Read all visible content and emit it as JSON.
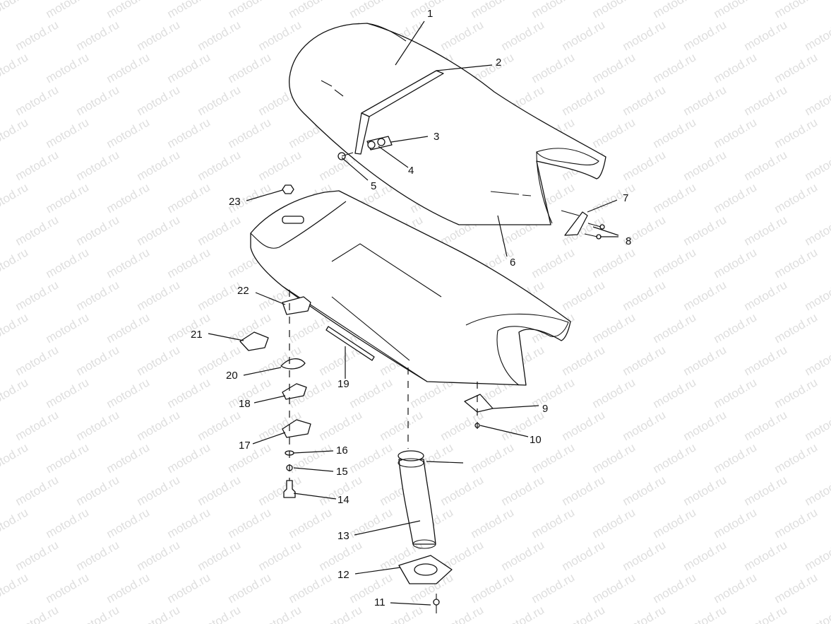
{
  "watermark": "motod.ru",
  "callouts": [
    {
      "id": "1",
      "label": "1"
    },
    {
      "id": "2",
      "label": "2"
    },
    {
      "id": "3",
      "label": "3"
    },
    {
      "id": "4",
      "label": "4"
    },
    {
      "id": "5",
      "label": "5"
    },
    {
      "id": "6",
      "label": "6"
    },
    {
      "id": "7",
      "label": "7"
    },
    {
      "id": "8",
      "label": "8"
    },
    {
      "id": "9",
      "label": "9"
    },
    {
      "id": "10",
      "label": "10"
    },
    {
      "id": "11",
      "label": "11"
    },
    {
      "id": "12",
      "label": "12"
    },
    {
      "id": "13",
      "label": "13"
    },
    {
      "id": "14",
      "label": "14"
    },
    {
      "id": "15",
      "label": "15"
    },
    {
      "id": "16",
      "label": "16"
    },
    {
      "id": "17",
      "label": "17"
    },
    {
      "id": "18",
      "label": "18"
    },
    {
      "id": "19",
      "label": "19"
    },
    {
      "id": "20",
      "label": "20"
    },
    {
      "id": "21",
      "label": "21"
    },
    {
      "id": "22",
      "label": "22"
    },
    {
      "id": "23",
      "label": "23"
    }
  ]
}
